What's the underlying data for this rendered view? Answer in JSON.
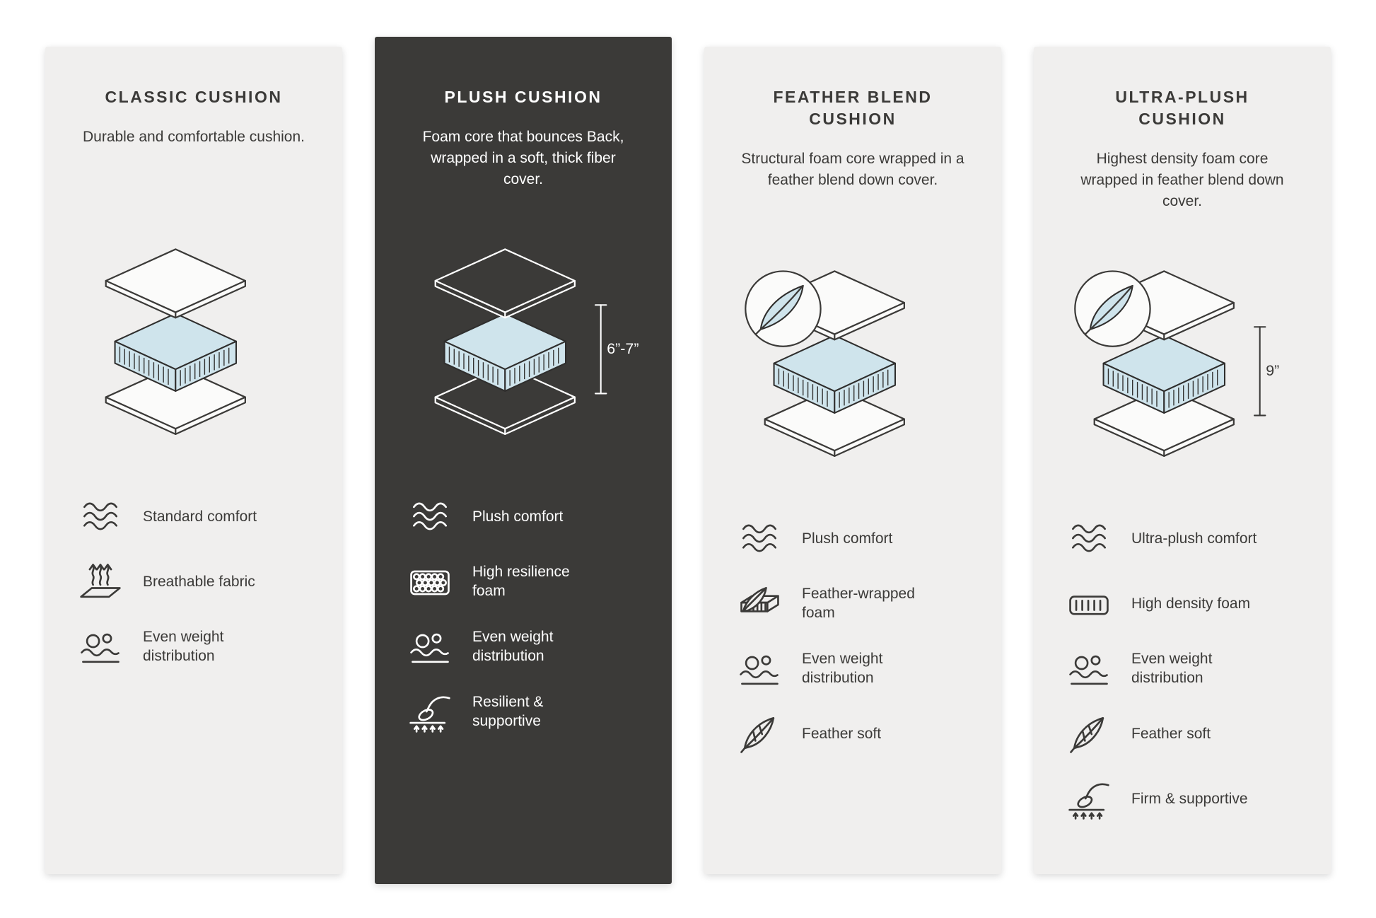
{
  "colors": {
    "page_bg": "#ffffff",
    "card_light_bg": "#f0efee",
    "card_dark_bg": "#3b3a38",
    "ink": "#2f2e2d",
    "foam_blue": "#cfe4ec"
  },
  "cards": [
    {
      "id": "classic",
      "theme": "light",
      "title": "CLASSIC CUSHION",
      "description": "Durable and comfortable cushion.",
      "illustration": {
        "name": "cushion-layers",
        "feather_badge": false,
        "measurement": null
      },
      "features": [
        {
          "icon": "wave-comfort-icon",
          "label": "Standard comfort"
        },
        {
          "icon": "breathable-fabric-icon",
          "label": "Breathable fabric"
        },
        {
          "icon": "weight-distribution-icon",
          "label": "Even weight distribution"
        }
      ]
    },
    {
      "id": "plush",
      "theme": "dark",
      "title": "PLUSH CUSHION",
      "description": "Foam core that bounces Back, wrapped in a soft, thick fiber cover.",
      "illustration": {
        "name": "cushion-layers",
        "feather_badge": false,
        "measurement": "6”-7”"
      },
      "features": [
        {
          "icon": "wave-comfort-icon",
          "label": "Plush comfort"
        },
        {
          "icon": "resilience-foam-icon",
          "label": "High resilience foam"
        },
        {
          "icon": "weight-distribution-icon",
          "label": "Even weight distribution"
        },
        {
          "icon": "hand-support-icon",
          "label": "Resilient & supportive"
        }
      ]
    },
    {
      "id": "feather-blend",
      "theme": "light",
      "title": "FEATHER BLEND CUSHION",
      "description": "Structural foam core wrapped in a feather blend down cover.",
      "illustration": {
        "name": "cushion-layers",
        "feather_badge": true,
        "measurement": null
      },
      "features": [
        {
          "icon": "wave-comfort-icon",
          "label": "Plush comfort"
        },
        {
          "icon": "feather-foam-icon",
          "label": "Feather-wrapped foam"
        },
        {
          "icon": "weight-distribution-icon",
          "label": "Even weight distribution"
        },
        {
          "icon": "feather-icon",
          "label": "Feather soft"
        }
      ]
    },
    {
      "id": "ultra-plush",
      "theme": "light",
      "title": "ULTRA-PLUSH CUSHION",
      "description": "Highest density foam core wrapped in feather blend down cover.",
      "illustration": {
        "name": "cushion-layers",
        "feather_badge": true,
        "measurement": "9”"
      },
      "features": [
        {
          "icon": "wave-comfort-icon",
          "label": "Ultra-plush comfort"
        },
        {
          "icon": "density-foam-icon",
          "label": "High density foam"
        },
        {
          "icon": "weight-distribution-icon",
          "label": "Even weight distribution"
        },
        {
          "icon": "feather-icon",
          "label": "Feather soft"
        },
        {
          "icon": "hand-support-icon",
          "label": "Firm & supportive"
        }
      ]
    }
  ]
}
